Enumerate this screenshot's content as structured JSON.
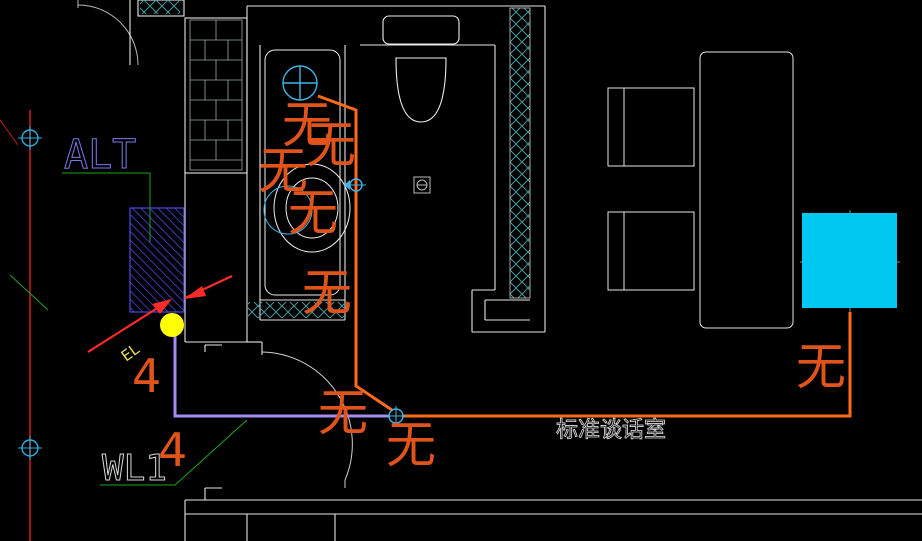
{
  "drawing": {
    "room_label": "标准谈话室",
    "alt_label": "ALT",
    "wl_label": "WL1",
    "el_label": "EL",
    "none_marker": "无",
    "count_labels": [
      "4",
      "4"
    ]
  },
  "colors": {
    "background": "#000000",
    "wall": "#ffffff",
    "pipe_orange": "#ff6a1a",
    "pipe_purple": "#a58cf2",
    "label_orange": "#e0541c",
    "cyan_equipment": "#00c8f0",
    "hatch": "#3a3ad8",
    "yellow_node": "#ffff00",
    "red_arrow": "#ff2a2a",
    "leader_green": "#22c422",
    "axis_red": "#d11c1c"
  }
}
